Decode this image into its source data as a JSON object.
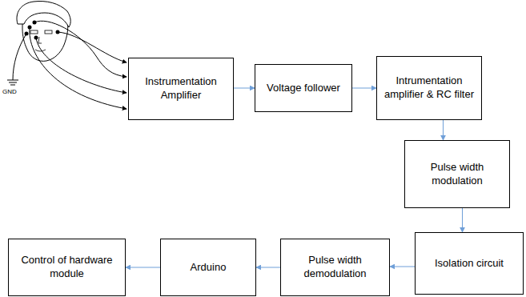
{
  "diagram": {
    "nodes": [
      {
        "text": [
          "Instrumentation Amplifier"
        ]
      },
      {
        "text": [
          "Voltage follower"
        ]
      },
      {
        "text": [
          "Intrumentation amplifier & RC filter"
        ]
      },
      {
        "text": [
          "Pulse width modulation"
        ]
      },
      {
        "text": [
          "Isolation circuit"
        ]
      },
      {
        "text": [
          "Pulse width demodulation"
        ]
      },
      {
        "text": [
          "Arduino"
        ]
      },
      {
        "text": [
          "Control of hardware module"
        ]
      }
    ],
    "edges": [
      {
        "from": 0,
        "to": 1,
        "arrow": "to"
      },
      {
        "from": 1,
        "to": 2,
        "arrow": "to"
      },
      {
        "from": 2,
        "to": 3,
        "arrow": "to"
      },
      {
        "from": 3,
        "to": 4,
        "arrow": "to"
      },
      {
        "from": 4,
        "to": 5,
        "arrow": "to"
      },
      {
        "from": 5,
        "to": 6,
        "arrow": "to"
      },
      {
        "from": 6,
        "to": 7,
        "arrow": "to"
      }
    ],
    "labels": [
      "GND"
    ]
  }
}
